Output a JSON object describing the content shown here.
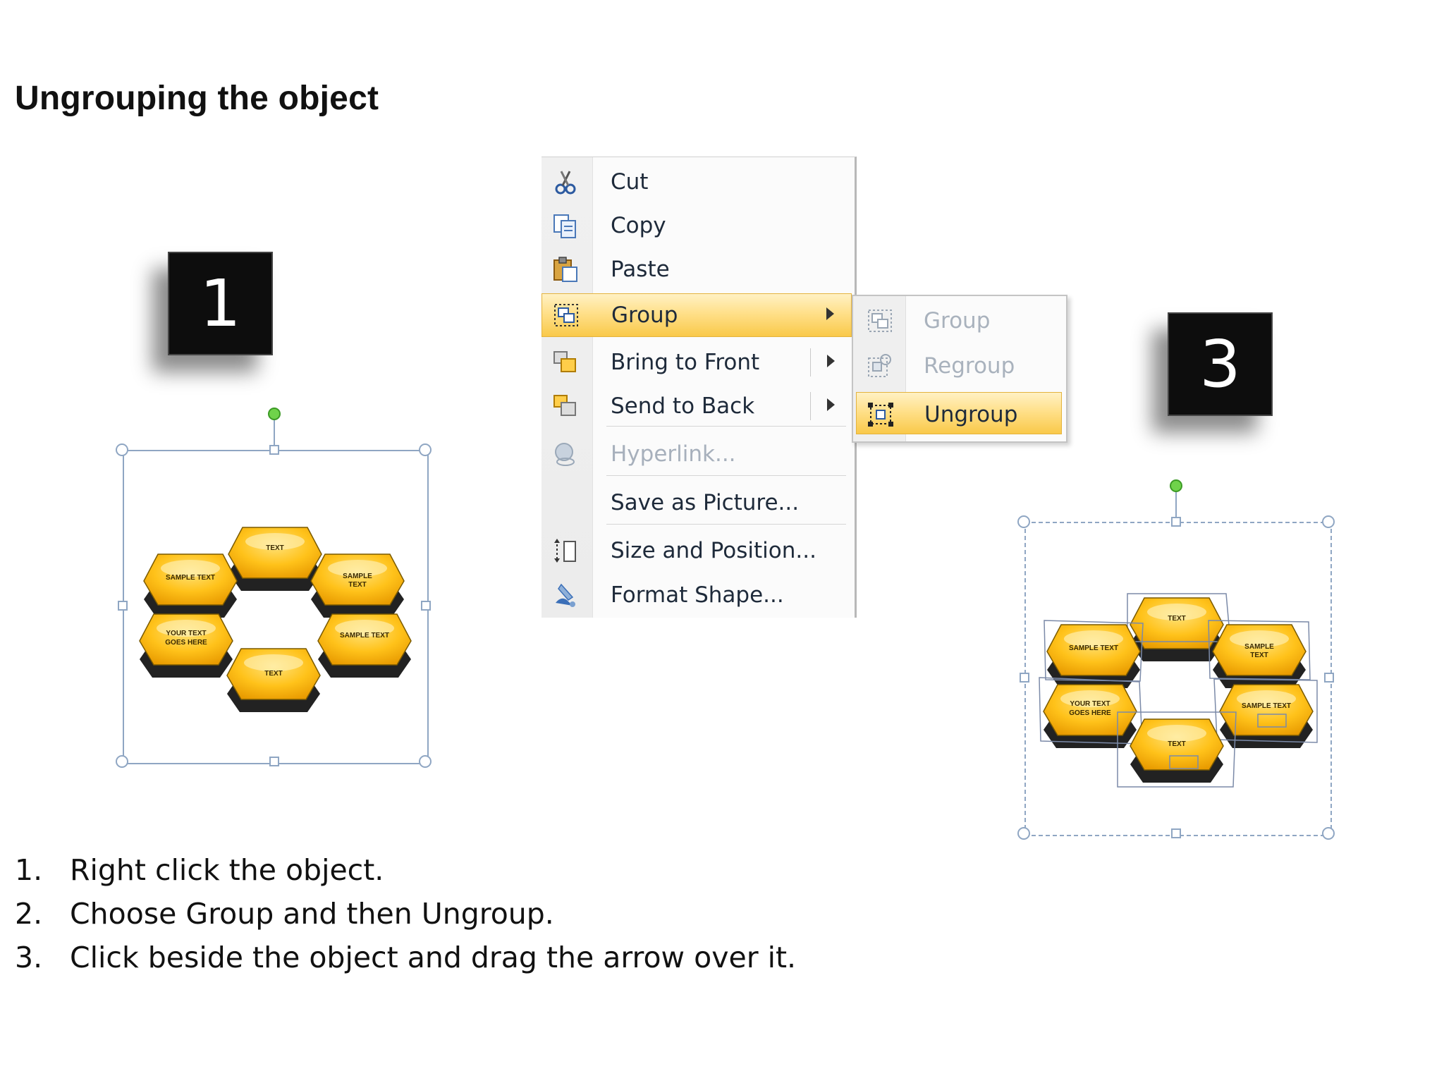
{
  "slide": {
    "title": "Ungrouping the object",
    "badges": [
      "1",
      "3"
    ]
  },
  "context_menu": {
    "items": [
      {
        "label": "Cut",
        "icon": "scissors-icon",
        "state": "normal"
      },
      {
        "label": "Copy",
        "icon": "copy-icon",
        "state": "normal"
      },
      {
        "label": "Paste",
        "icon": "clipboard-icon",
        "state": "normal"
      },
      {
        "label": "Group",
        "icon": "group-icon",
        "state": "highlighted",
        "submenu": true
      },
      {
        "label": "Bring to Front",
        "icon": "bring-to-front-icon",
        "state": "normal",
        "submenu": true
      },
      {
        "label": "Send to Back",
        "icon": "send-to-back-icon",
        "state": "normal",
        "submenu": true
      },
      {
        "label": "Hyperlink...",
        "icon": "globe-link-icon",
        "state": "disabled"
      },
      {
        "label": "Save as Picture...",
        "icon": "",
        "state": "normal"
      },
      {
        "label": "Size and Position...",
        "icon": "size-position-icon",
        "state": "normal"
      },
      {
        "label": "Format Shape...",
        "icon": "format-brush-icon",
        "state": "normal"
      }
    ]
  },
  "submenu": {
    "items": [
      {
        "label": "Group",
        "icon": "group-icon",
        "state": "disabled"
      },
      {
        "label": "Regroup",
        "icon": "regroup-icon",
        "state": "disabled"
      },
      {
        "label": "Ungroup",
        "icon": "ungroup-icon",
        "state": "highlighted"
      }
    ]
  },
  "hex_labels": {
    "top": "TEXT",
    "upper_left": "SAMPLE TEXT",
    "upper_right_1": "SAMPLE",
    "upper_right_2": "TEXT",
    "lower_left_1": "YOUR TEXT",
    "lower_left_2": "GOES HERE",
    "lower_right": "SAMPLE TEXT",
    "bottom": "TEXT"
  },
  "steps": [
    {
      "num": "1.",
      "text": "Right click the object."
    },
    {
      "num": "2.",
      "text": "Choose Group and then Ungroup."
    },
    {
      "num": "3.",
      "text": "Click beside the object and drag the arrow over it."
    }
  ],
  "colors": {
    "hex_top": "#ffc21a",
    "hex_side": "#2a2a2a",
    "menu_highlight": "#f9c94a",
    "selection": "#8fa6c3"
  }
}
